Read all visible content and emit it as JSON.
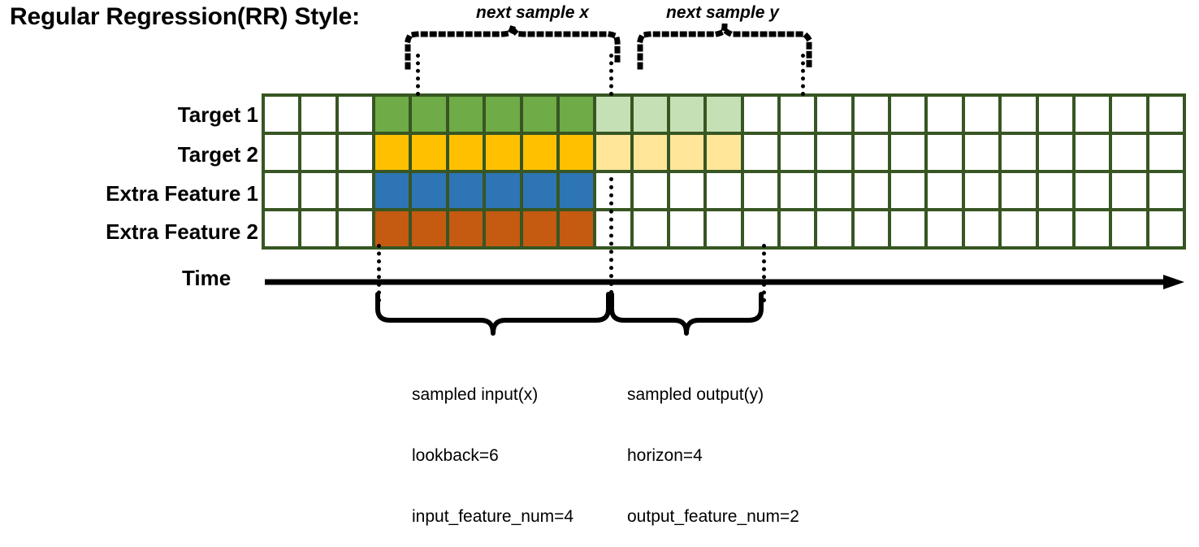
{
  "title": "Regular Regression(RR) Style:",
  "row_labels": [
    "Target 1",
    "Target 2",
    "Extra Feature 1",
    "Extra Feature 2"
  ],
  "time_axis_label": "Time",
  "top_brackets": [
    {
      "id": "next-sample-x",
      "label": "next sample x"
    },
    {
      "id": "next-sample-y",
      "label": "next sample y"
    }
  ],
  "bottom_brackets": [
    {
      "id": "sampled-input",
      "line1": "sampled input(x)",
      "line2": "lookback=6",
      "line3": "input_feature_num=4"
    },
    {
      "id": "sampled-output",
      "line1": "sampled output(y)",
      "line2": "horizon=4",
      "line3": "output_feature_num=2"
    }
  ],
  "grid": {
    "columns": 25,
    "rows": 4,
    "lookback_start_col": 3,
    "lookback": 6,
    "horizon": 4,
    "border_color": "#375623",
    "cell_fills": [
      [
        "white",
        "white",
        "white",
        "green",
        "green",
        "green",
        "green",
        "green",
        "green",
        "green-light",
        "green-light",
        "green-light",
        "green-light",
        "white",
        "white",
        "white",
        "white",
        "white",
        "white",
        "white",
        "white",
        "white",
        "white",
        "white",
        "white"
      ],
      [
        "white",
        "white",
        "white",
        "amber",
        "amber",
        "amber",
        "amber",
        "amber",
        "amber",
        "amber-light",
        "amber-light",
        "amber-light",
        "amber-light",
        "white",
        "white",
        "white",
        "white",
        "white",
        "white",
        "white",
        "white",
        "white",
        "white",
        "white",
        "white"
      ],
      [
        "white",
        "white",
        "white",
        "blue",
        "blue",
        "blue",
        "blue",
        "blue",
        "blue",
        "white",
        "white",
        "white",
        "white",
        "white",
        "white",
        "white",
        "white",
        "white",
        "white",
        "white",
        "white",
        "white",
        "white",
        "white",
        "white"
      ],
      [
        "white",
        "white",
        "white",
        "orange",
        "orange",
        "orange",
        "orange",
        "orange",
        "orange",
        "white",
        "white",
        "white",
        "white",
        "white",
        "white",
        "white",
        "white",
        "white",
        "white",
        "white",
        "white",
        "white",
        "white",
        "white",
        "white"
      ]
    ]
  },
  "colors": {
    "green": "#6FAB46",
    "green_light": "#C5E0B4",
    "amber": "#FFC000",
    "amber_light": "#FFE699",
    "blue": "#2E75B6",
    "orange": "#C55A11",
    "grid_border": "#375623",
    "line": "#000000"
  }
}
